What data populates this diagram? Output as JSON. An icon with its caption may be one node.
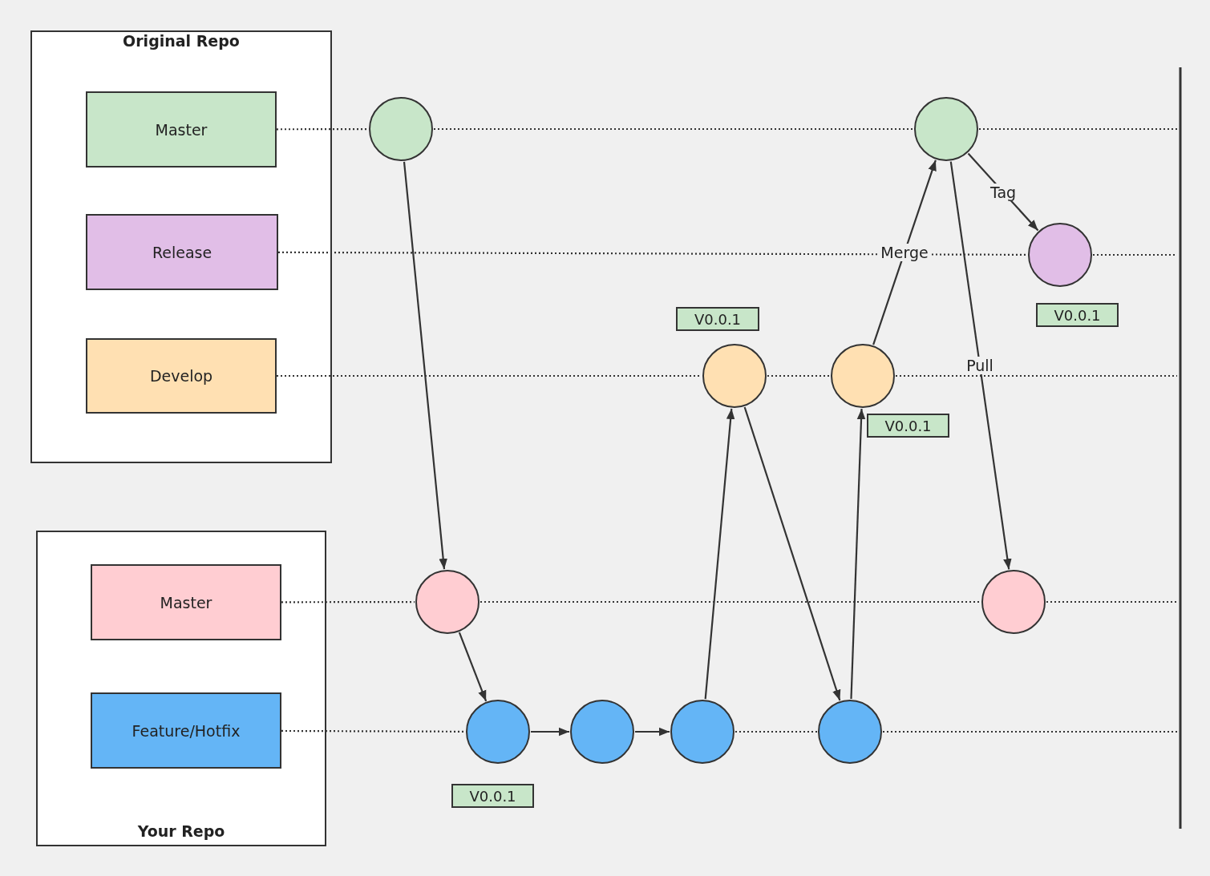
{
  "diagram": {
    "nodes": [
      {
        "text": [
          "Original Repo"
        ]
      },
      {
        "text": [
          "Master"
        ],
        "in": 0
      },
      {
        "text": [
          "Release"
        ],
        "in": 0
      },
      {
        "text": [
          "Develop"
        ],
        "in": 0
      },
      {
        "text": [
          "Your Repo"
        ]
      },
      {
        "text": [
          "Master"
        ],
        "in": 4
      },
      {
        "text": [
          "Feature/Hotfix"
        ],
        "in": 4
      },
      {
        "text": [],
        "shape": "circle"
      },
      {
        "text": [],
        "shape": "circle"
      },
      {
        "text": [],
        "shape": "circle"
      },
      {
        "text": [],
        "shape": "circle"
      },
      {
        "text": [],
        "shape": "circle"
      },
      {
        "text": [],
        "shape": "circle"
      },
      {
        "text": [],
        "shape": "circle"
      },
      {
        "text": [],
        "shape": "circle"
      },
      {
        "text": [],
        "shape": "circle"
      },
      {
        "text": [],
        "shape": "circle"
      },
      {
        "text": [],
        "shape": "circle"
      },
      {
        "text": [
          "V0.0.1"
        ]
      },
      {
        "text": [
          "V0.0.1"
        ]
      },
      {
        "text": [
          "V0.0.1"
        ]
      },
      {
        "text": [
          "V0.0.1"
        ]
      }
    ],
    "edges": [
      {
        "from": 1,
        "to": 7,
        "arrow": "none",
        "style": "dashed"
      },
      {
        "from": 7,
        "to": 8,
        "arrow": "none",
        "style": "dashed"
      },
      {
        "from": 8,
        "to": null,
        "arrow": "none",
        "style": "dashed"
      },
      {
        "from": 2,
        "to": 9,
        "arrow": "none",
        "style": "dashed"
      },
      {
        "from": 9,
        "to": null,
        "arrow": "none",
        "style": "dashed"
      },
      {
        "from": 3,
        "to": 10,
        "arrow": "none",
        "style": "dashed"
      },
      {
        "from": 10,
        "to": 11,
        "arrow": "none",
        "style": "dashed"
      },
      {
        "from": 11,
        "to": null,
        "arrow": "none",
        "style": "dashed"
      },
      {
        "from": 5,
        "to": 12,
        "arrow": "none",
        "style": "dashed"
      },
      {
        "from": 12,
        "to": 13,
        "arrow": "none",
        "style": "dashed"
      },
      {
        "from": 13,
        "to": null,
        "arrow": "none",
        "style": "dashed"
      },
      {
        "from": 6,
        "to": 14,
        "arrow": "none",
        "style": "dashed"
      },
      {
        "from": 16,
        "to": 17,
        "arrow": "none",
        "style": "dashed"
      },
      {
        "from": 17,
        "to": null,
        "arrow": "none",
        "style": "dashed"
      },
      {
        "from": 7,
        "to": 12,
        "arrow": "to"
      },
      {
        "from": 12,
        "to": 14,
        "arrow": "to"
      },
      {
        "from": 14,
        "to": 15,
        "arrow": "to"
      },
      {
        "from": 15,
        "to": 16,
        "arrow": "to"
      },
      {
        "from": 16,
        "to": 10,
        "arrow": "to"
      },
      {
        "from": 10,
        "to": 17,
        "arrow": "to"
      },
      {
        "from": 17,
        "to": 11,
        "arrow": "to"
      },
      {
        "from": 11,
        "to": 8,
        "arrow": "to",
        "label": "Merge"
      },
      {
        "from": 8,
        "to": 9,
        "arrow": "to",
        "label": "Tag"
      },
      {
        "from": 8,
        "to": 13,
        "arrow": "to",
        "label": "Pull"
      }
    ]
  }
}
